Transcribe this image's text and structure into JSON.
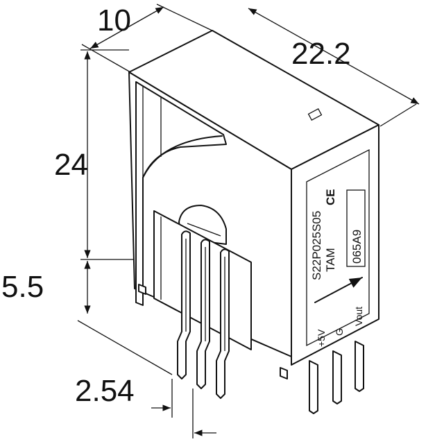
{
  "dimensions": {
    "width": "10",
    "length": "22.2",
    "height": "24",
    "pin_length": "5.5",
    "pin_pitch": "2.54"
  },
  "label": {
    "part_number": "S22P025S05",
    "maker": "TAM",
    "lot_code": "065A9",
    "ce_mark": "CE",
    "pins": [
      "+5V",
      "G",
      "Vout"
    ]
  },
  "colors": {
    "line": "#111111",
    "background": "#ffffff"
  }
}
